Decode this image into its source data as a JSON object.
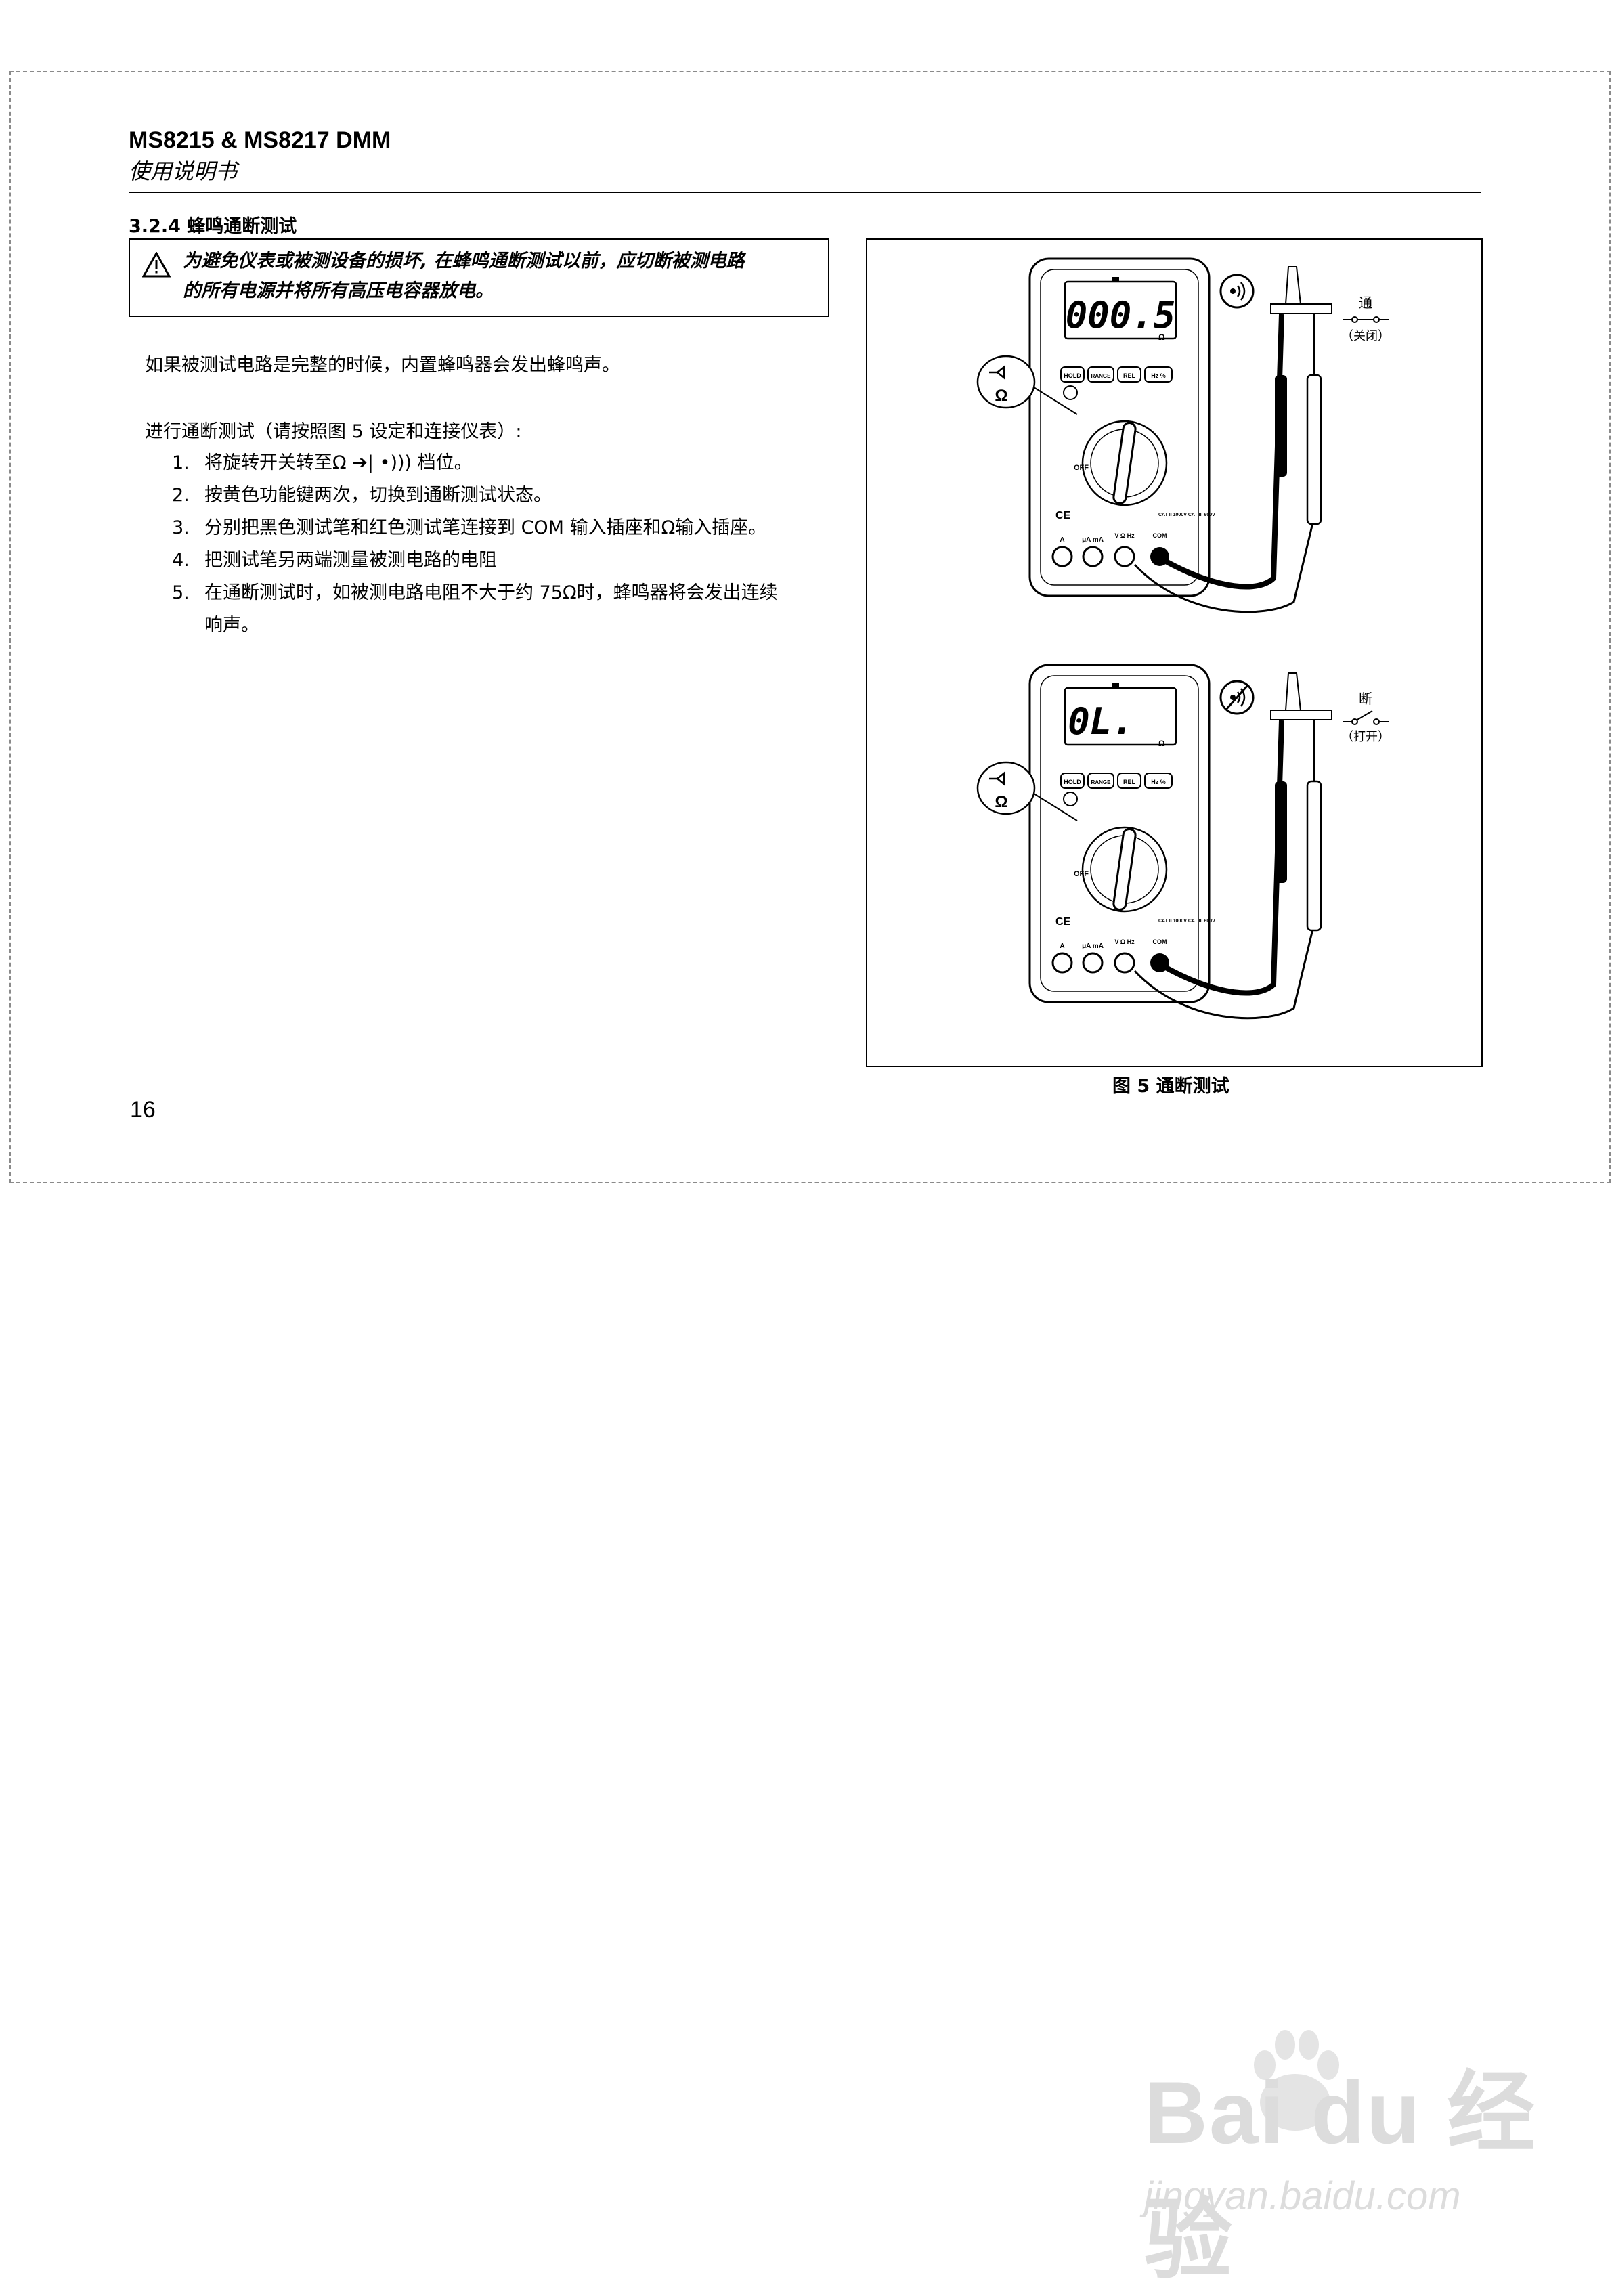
{
  "header": {
    "title": "MS8215 & MS8217 DMM",
    "subtitle": "使用说明书"
  },
  "section": {
    "heading": "3.2.4 蜂鸣通断测试",
    "warning_line1": "为避免仪表或被测设备的损坏, 在蜂鸣通断测试以前，应切断被测电路",
    "warning_line2": "的所有电源并将所有高压电容器放电。"
  },
  "body": {
    "para1": "如果被测试电路是完整的时候，内置蜂鸣器会发出蜂鸣声。",
    "para2": "进行通断测试（请按照图 5 设定和连接仪表）:",
    "steps": [
      {
        "num": "1.",
        "text": "将旋转开关转至Ω ➔|  •))) 档位。"
      },
      {
        "num": "2.",
        "text": "按黄色功能键两次，切换到通断测试状态。"
      },
      {
        "num": "3.",
        "text": "分别把黑色测试笔和红色测试笔连接到 COM 输入插座和Ω输入插座。"
      },
      {
        "num": "4.",
        "text": "把测试笔另两端测量被测电路的电阻"
      },
      {
        "num": "5.",
        "text": "在通断测试时，如被测电路电阻不大于约 75Ω时，蜂鸣器将会发出连续"
      },
      {
        "num": "",
        "text": "响声。"
      }
    ]
  },
  "figure": {
    "caption": "图 5  通断测试",
    "top_display": "000.5",
    "bottom_display": "0L.",
    "unit": "Ω",
    "closed_label": "通",
    "closed_sub": "（关闭）",
    "open_label": "断",
    "open_sub": "（打开）",
    "buttons": [
      "HOLD",
      "RANGE",
      "REL",
      "Hz %"
    ],
    "dial_off": "OFF",
    "ce_mark": "CE",
    "cat_rating": "CAT II 1000V CAT III 600V",
    "jacks": [
      "A",
      "μA mA",
      "V Ω Hz",
      "COM"
    ]
  },
  "page_number": "16",
  "watermark": {
    "brand": "Bai du 经验",
    "url": "jingyan.baidu.com"
  }
}
